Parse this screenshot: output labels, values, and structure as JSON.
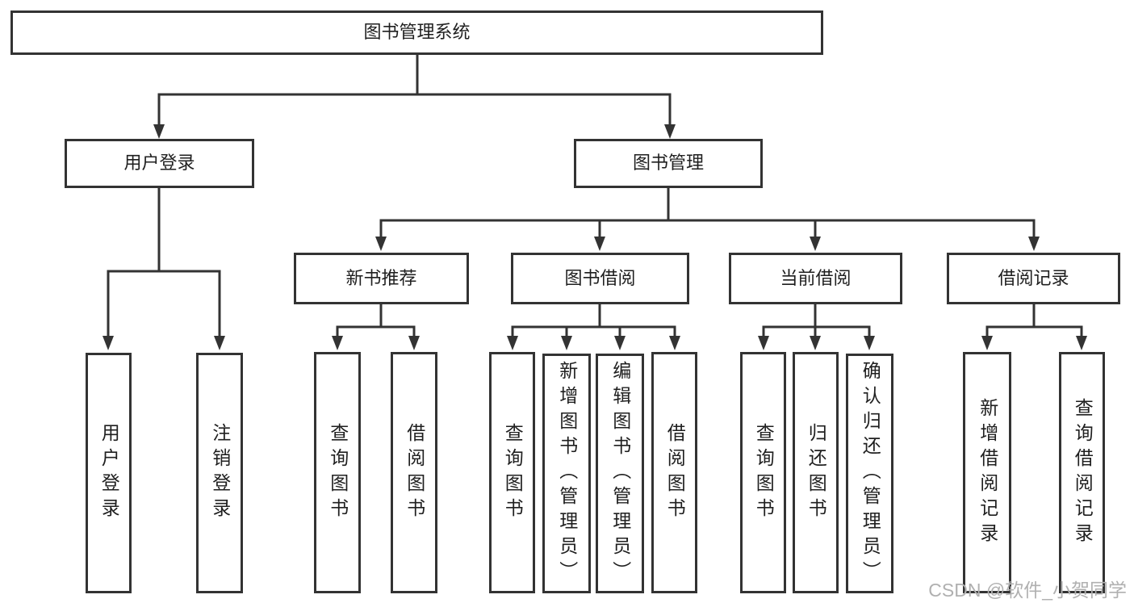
{
  "tree": {
    "label": "图书管理系统",
    "children": [
      {
        "label": "用户登录",
        "children": [
          {
            "label": "用户登录"
          },
          {
            "label": "注销登录"
          }
        ]
      },
      {
        "label": "图书管理",
        "children": [
          {
            "label": "新书推荐",
            "children": [
              {
                "label": "查询图书"
              },
              {
                "label": "借阅图书"
              }
            ]
          },
          {
            "label": "图书借阅",
            "children": [
              {
                "label": "查询图书"
              },
              {
                "label": "新增图书（管理员）"
              },
              {
                "label": "编辑图书（管理员）"
              },
              {
                "label": "借阅图书"
              }
            ]
          },
          {
            "label": "当前借阅",
            "children": [
              {
                "label": "查询图书"
              },
              {
                "label": "归还图书"
              },
              {
                "label": "确认归还（管理员）"
              }
            ]
          },
          {
            "label": "借阅记录",
            "children": [
              {
                "label": "新增借阅记录"
              },
              {
                "label": "查询借阅记录"
              }
            ]
          }
        ]
      }
    ]
  },
  "watermark": {
    "text": "CSDN @软件_小贺同学"
  },
  "colors": {
    "line": "#333333",
    "box_border": "#333333",
    "text": "#1f1f1f",
    "watermark": "#b0b0b0",
    "background": "#ffffff"
  }
}
